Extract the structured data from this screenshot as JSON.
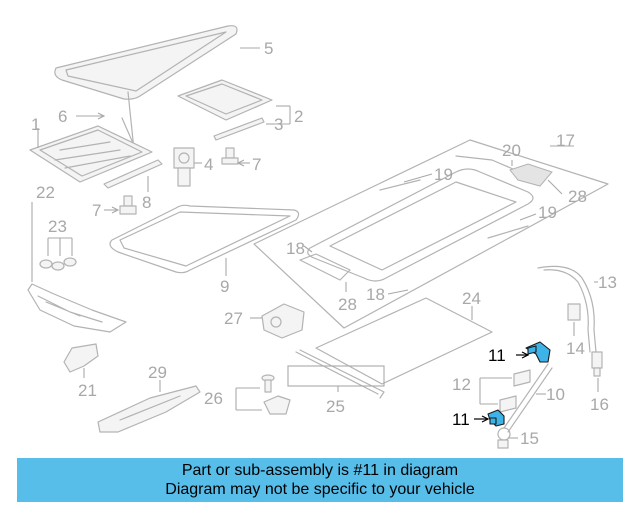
{
  "callouts": {
    "n1": "1",
    "n2": "2",
    "n3": "3",
    "n4": "4",
    "n5": "5",
    "n6": "6",
    "n7a": "7",
    "n7b": "7",
    "n8": "8",
    "n9": "9",
    "n10": "10",
    "n11a": "11",
    "n11b": "11",
    "n12": "12",
    "n13": "13",
    "n14": "14",
    "n15": "15",
    "n16": "16",
    "n17": "17",
    "n18a": "18",
    "n18b": "18",
    "n19a": "19",
    "n19b": "19",
    "n20": "20",
    "n21": "21",
    "n22": "22",
    "n23": "23",
    "n24": "24",
    "n25": "25",
    "n26": "26",
    "n27": "27",
    "n28a": "28",
    "n28b": "28",
    "n29": "29"
  },
  "highlighted_part": "11",
  "colors": {
    "highlight": "#3db3e8",
    "banner": "#57bde9",
    "line_art": "#b3b3b3"
  },
  "banner": {
    "line1": "Part or sub-assembly is #11 in diagram",
    "line2": "Diagram may not be specific to your vehicle"
  }
}
